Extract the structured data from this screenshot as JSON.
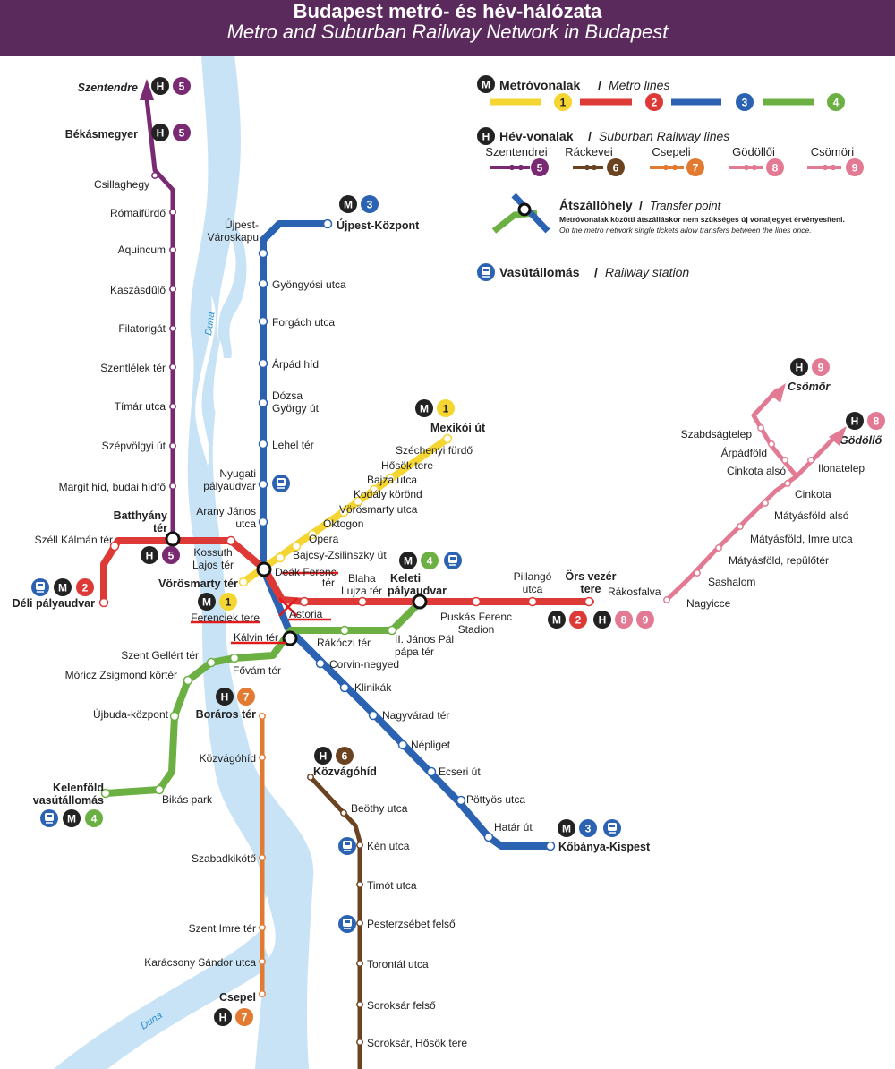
{
  "header": {
    "title": "Budapest metró- és hév-hálózata",
    "subtitle": "Metro and Suburban Railway Network in Budapest"
  },
  "colors": {
    "m1": "#f5d532",
    "m2": "#dd3a37",
    "m3": "#2b63b2",
    "m4": "#6cb043",
    "h5": "#7a2a72",
    "h6": "#6b4321",
    "h7": "#e27a32",
    "h8": "#e27a93",
    "h9": "#e27a93",
    "river": "#c9e3f6",
    "header": "#5b2a5d"
  },
  "legend": {
    "metro_lines_hu": "Metróvonalak",
    "metro_lines_en": "Metro lines",
    "hev_lines_hu": "Hév-vonalak",
    "hev_lines_en": "Suburban Railway lines",
    "hev_names": [
      "Szentendrei",
      "Ráckevei",
      "Csepeli",
      "Gödöllői",
      "Csömöri"
    ],
    "transfer_hu": "Átszállóhely",
    "transfer_en": "Transfer point",
    "transfer_note_hu": "Metróvonalak közötti átszálláskor nem szükséges új vonaljegyet érvényesíteni.",
    "transfer_note_en": "On the metro network single tickets allow transfers between the lines once.",
    "railway_hu": "Vasútállomás",
    "railway_en": "Railway station",
    "sep": "/"
  },
  "lines": {
    "l1": "1",
    "l2": "2",
    "l3": "3",
    "l4": "4",
    "l5": "5",
    "l6": "6",
    "l7": "7",
    "l8": "8",
    "l9": "9"
  },
  "badge": {
    "metro": "M",
    "hev": "H"
  },
  "rivers": {
    "duna1": "Duna",
    "duna2": "Duna"
  },
  "stations": {
    "szentendre": "Szentendre",
    "bekasmegyer": "Békásmegyer",
    "csillaghegy": "Csillaghegy",
    "romaifurdo": "Rómaifürdő",
    "aquincum": "Aquincum",
    "kaszasdulo": "Kaszásdűlő",
    "filatorigat": "Filatorigát",
    "szentlelek": "Szentlélek tér",
    "timar": "Tímár utca",
    "szepvolgyi": "Szépvölgyi út",
    "margit": "Margit híd, budai hídfő",
    "batthyany1": "Batthyány",
    "batthyany2": "tér",
    "szell": "Széll Kálmán tér",
    "deli": "Déli pályaudvar",
    "kossuth1": "Kossuth",
    "kossuth2": "Lajos tér",
    "vorosmarty_ter": "Vörösmarty tér",
    "ferenciek": "Ferenciek tere",
    "deak1": "Deák Ferenc",
    "deak2": "tér",
    "blaha1": "Blaha",
    "blaha2": "Lujza tér",
    "astoria": "Astoria",
    "keleti1": "Keleti",
    "keleti2": "pályaudvar",
    "puskas1": "Puskás Ferenc",
    "puskas2": "Stadion",
    "pillango1": "Pillangó",
    "pillango2": "utca",
    "ors1": "Örs vezér",
    "ors2": "tere",
    "rakosfalva": "Rákosfalva",
    "ujpest_kp": "Újpest-Központ",
    "ujpest_vk1": "Újpest-",
    "ujpest_vk2": "Városkapu",
    "gyongyosi": "Gyöngyösi utca",
    "forgach": "Forgách utca",
    "arpad": "Árpád híd",
    "dozsa1": "Dózsa",
    "dozsa2": "György út",
    "lehel": "Lehel tér",
    "nyugati1": "Nyugati",
    "nyugati2": "pályaudvar",
    "arany1": "Arany János",
    "arany2": "utca",
    "kalvin": "Kálvin tér",
    "corvin": "Corvin-negyed",
    "klinikak": "Klinikák",
    "nagyvarad": "Nagyvárad tér",
    "nepliget": "Népliget",
    "ecseri": "Ecseri út",
    "pottyos": "Pöttyös utca",
    "hatar": "Határ út",
    "kobanya": "Kőbánya-Kispest",
    "mexikoi": "Mexikói út",
    "szechenyi": "Széchenyi fürdő",
    "hosok": "Hősök tere",
    "bajza": "Bajza utca",
    "kodaly": "Kodály körönd",
    "vorosmarty_u": "Vörösmarty utca",
    "oktogon": "Oktogon",
    "opera": "Opera",
    "bajcsy": "Bajcsy-Zsilinszky út",
    "rakoczi": "Rákóczi tér",
    "janos_pal1": "II. János Pál",
    "janos_pal2": "pápa tér",
    "gellert": "Szent Gellért tér",
    "moricz": "Móricz Zsigmond körtér",
    "fovam": "Fővám tér",
    "ujbuda": "Újbuda-központ",
    "kelenfold1": "Kelenföld",
    "kelenfold2": "vasútállomás",
    "bikas": "Bikás park",
    "boraros": "Boráros tér",
    "kozvagohid7": "Közvágóhíd",
    "szabadkikoto": "Szabadkikötő",
    "szent_imre": "Szent Imre tér",
    "karacsony": "Karácsony Sándor utca",
    "csepel": "Csepel",
    "kozvagohid6": "Közvágóhíd",
    "beothy": "Beöthy utca",
    "ken": "Kén utca",
    "timot": "Timót utca",
    "pesterzsebet": "Pesterzsébet felső",
    "torontal": "Torontál utca",
    "soroksar_f": "Soroksár felső",
    "soroksar_h": "Soroksár, Hősök tere",
    "csomor": "Csömör",
    "godollo": "Gödöllő",
    "szabadsagtelep": "Szabdságtelep",
    "arpadfold": "Árpádföld",
    "cinkota_also": "Cinkota alsó",
    "ilonatelep": "Ilonatelep",
    "cinkota": "Cinkota",
    "matyas_also": "Mátyásföld alsó",
    "matyas_imre": "Mátyásföld, Imre utca",
    "matyas_rep": "Mátyásföld, repülőtér",
    "sashalom": "Sashalom",
    "nagyicce": "Nagyicce"
  }
}
